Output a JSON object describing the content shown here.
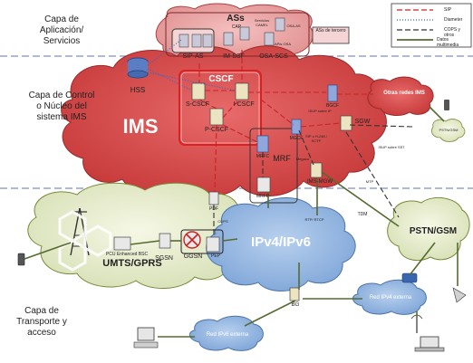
{
  "layers": {
    "application": "Capa de Aplicación/ Servicios",
    "control": "Capa de Control o Núcleo del sistema IMS",
    "transport": "Capa de Transporte y acceso"
  },
  "legend": {
    "items": [
      {
        "label": "SIP",
        "color": "#cc2222",
        "dash": "6,3"
      },
      {
        "label": "Diameter",
        "color": "#3366cc",
        "dash": "1,2"
      },
      {
        "label": "COPS y otros",
        "color": "#333333",
        "dash": "6,3"
      },
      {
        "label": "Datos multimedia",
        "color": "#556b2f",
        "dash": ""
      }
    ]
  },
  "clouds": {
    "ims": "IMS",
    "ipv4_ipv6": "IPv4/IPv6",
    "umts_gprs": "UMTS/GPRS",
    "pstn_gsm": "PSTN/GSM",
    "otras_redes": "Otras redes IMS",
    "red_ipv6": "Red IPv6 externa",
    "red_ipv4": "Red IPv4 externa"
  },
  "boxes": {
    "ass_title": "ASs",
    "sip_as": "SIP-AS",
    "im_ssf": "IM-SSF",
    "osa_scs": "OSA-SCS",
    "ass_tercero": "ASs de tercero",
    "cscf_title": "CSCF",
    "mrf": "MRF",
    "cap": "CAP",
    "servicios_camel": "Servicios CAMEL",
    "apis_osa": "APIs OSA",
    "osa_as": "OSA-AS"
  },
  "nodes": {
    "hss": "HSS",
    "s_cscf": "S-CSCF",
    "i_cscf": "I-CSCF",
    "p_cscf": "P-CSCF",
    "bgcf": "BGCF",
    "mgcf": "MGCF",
    "sgw": "SGW",
    "mrfc": "MRFC",
    "mrfp": "MRFP",
    "pdf": "PDF",
    "pep": "PEP",
    "ggsn": "GGSN",
    "sgsn": "SGSN",
    "pcu": "PCU Enhanced BSC",
    "ims_mgw": "IMS-MGW",
    "bg": "BG",
    "pstn_gw": "PSTN/GSM"
  },
  "links": {
    "isup_sip": "ISUP sobre IP",
    "sip_mgcf": "SIP o H.248 / SCTP",
    "isup_ss7": "ISUP sobre SS7",
    "megaco": "Megaco",
    "rtp_rtcp": "RTP/ RTCP",
    "tdm": "TDM",
    "cops": "COPS",
    "mtp": "MTP"
  }
}
